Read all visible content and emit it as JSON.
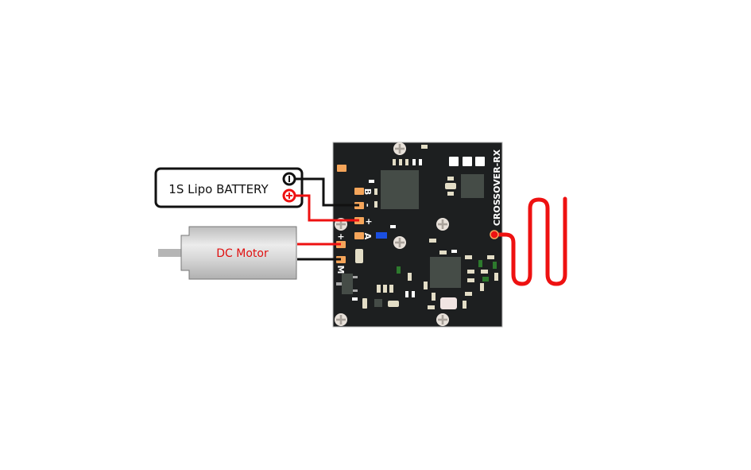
{
  "battery": {
    "label": "1S Lipo BATTERY",
    "negative_symbol": "−",
    "positive_symbol": "+"
  },
  "motor": {
    "label": "DC Motor"
  },
  "board": {
    "name": "CROSSOVER-RX",
    "pad_labels": {
      "b": "B",
      "minus": "-",
      "plus": "+",
      "a": "A",
      "motor_plus": "+",
      "motor_m": "M"
    }
  },
  "colors": {
    "board": "#1d1f20",
    "pad": "#f5a55a",
    "wire_positive": "#ee1111",
    "wire_negative": "#111111",
    "antenna": "#ee1111",
    "motor_label": "#e01010"
  }
}
